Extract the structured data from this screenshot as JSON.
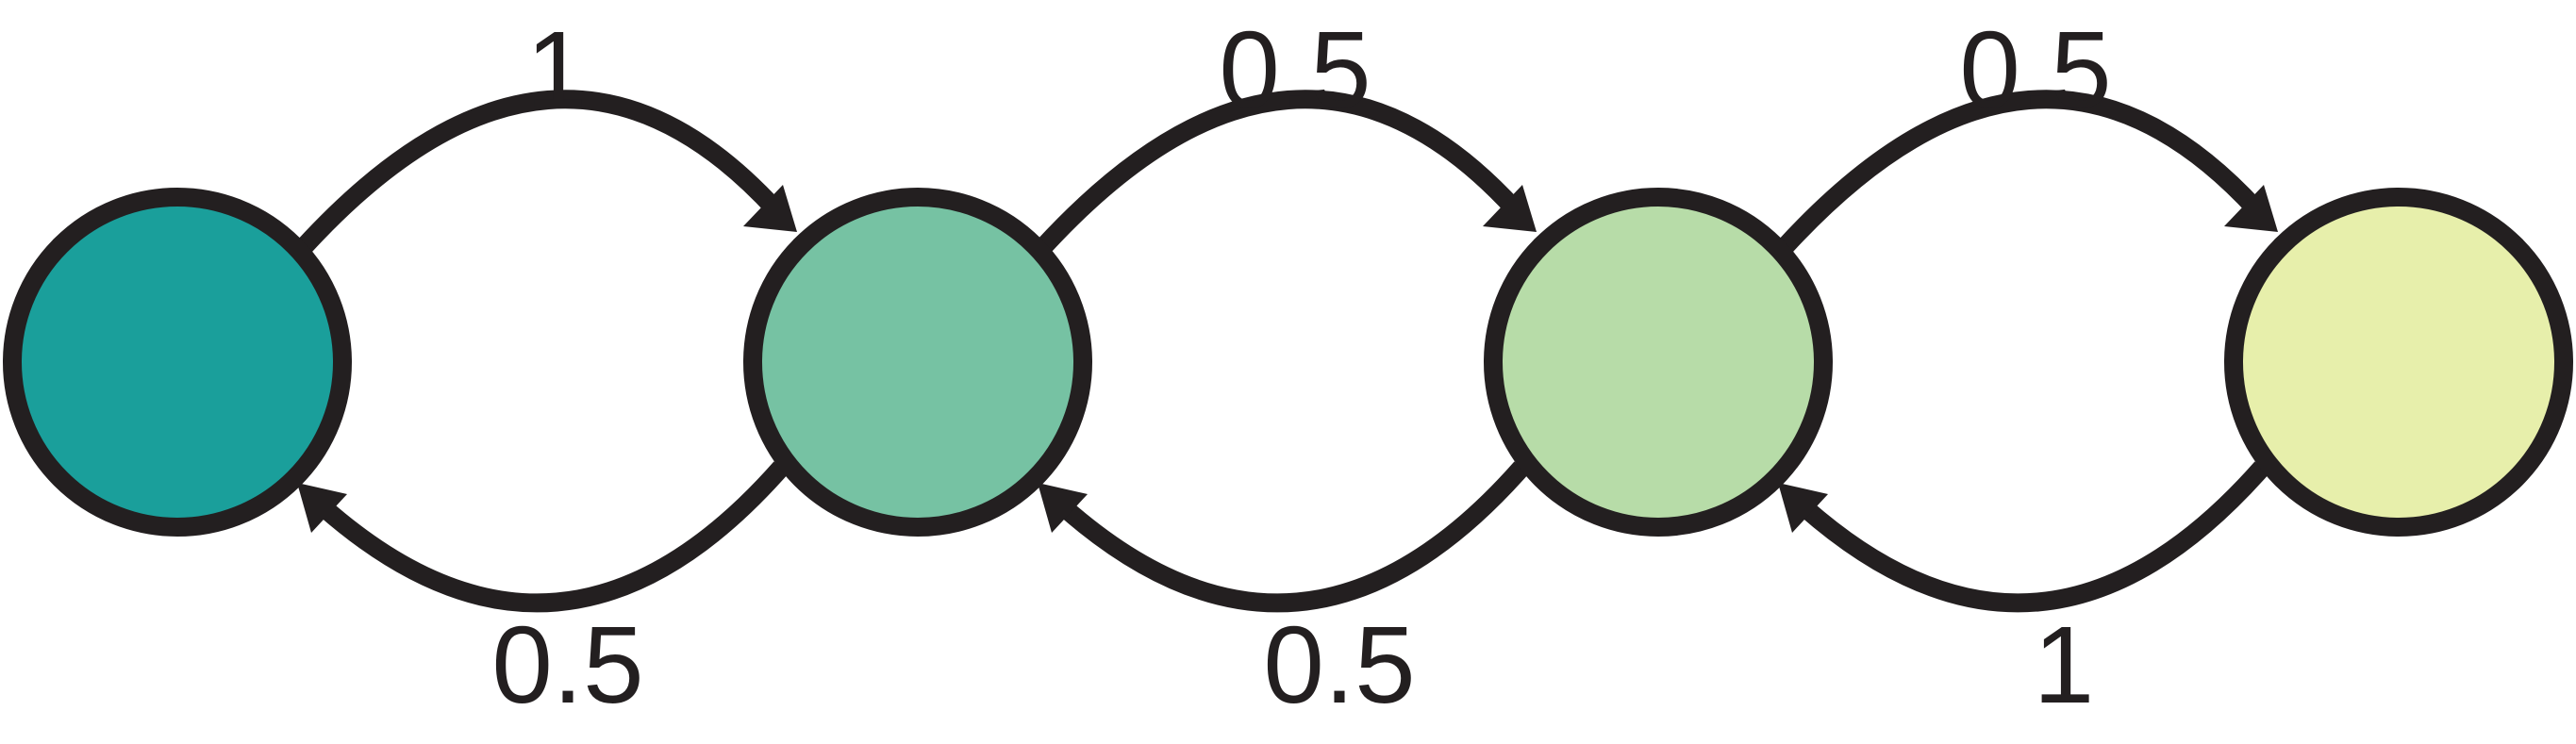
{
  "nodes": [
    {
      "id": "state-1",
      "fill": "#1a9f9b"
    },
    {
      "id": "state-2",
      "fill": "#76c2a3"
    },
    {
      "id": "state-3",
      "fill": "#b7dca8"
    },
    {
      "id": "state-4",
      "fill": "#e7efab"
    }
  ],
  "edges": [
    {
      "from": "state-1",
      "to": "state-2",
      "label": "1"
    },
    {
      "from": "state-2",
      "to": "state-3",
      "label": "0.5"
    },
    {
      "from": "state-3",
      "to": "state-4",
      "label": "0.5"
    },
    {
      "from": "state-2",
      "to": "state-1",
      "label": "0.5"
    },
    {
      "from": "state-3",
      "to": "state-2",
      "label": "0.5"
    },
    {
      "from": "state-4",
      "to": "state-3",
      "label": "1"
    }
  ],
  "colors": {
    "stroke": "#231f20"
  }
}
